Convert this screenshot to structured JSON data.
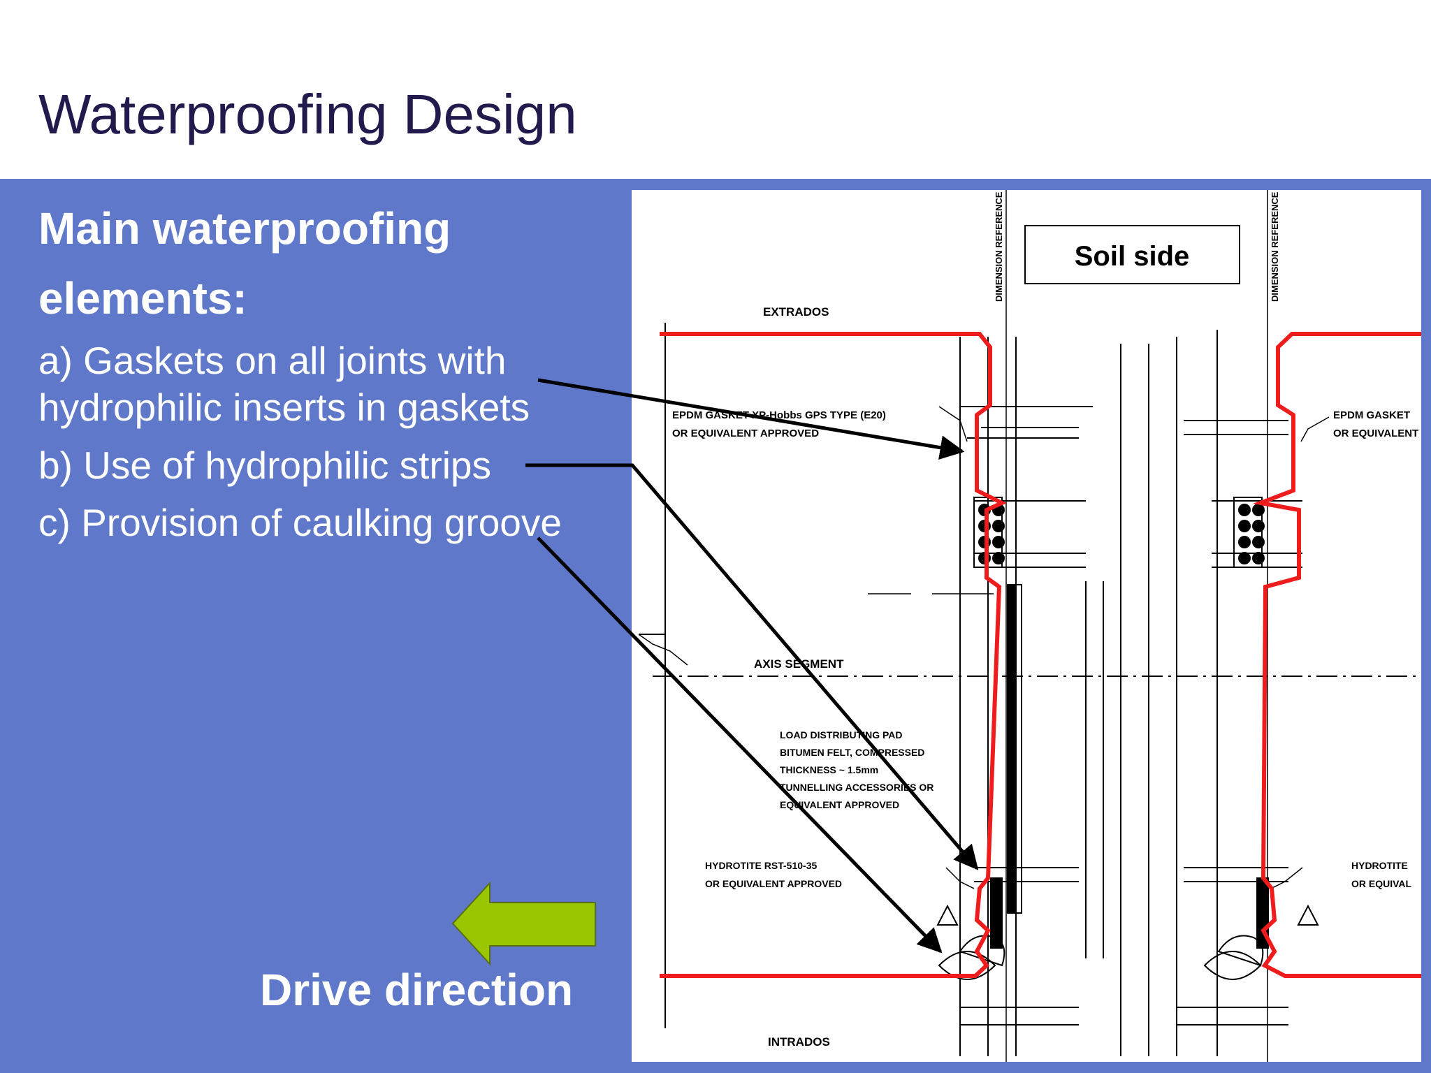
{
  "slide": {
    "title": "Waterproofing Design",
    "heading_line1": "Main waterproofing",
    "heading_line2": "elements:",
    "items": [
      {
        "line1": "a)  Gaskets on all joints with",
        "line2": "hydrophilic inserts in gaskets"
      },
      {
        "line1": "b)  Use of hydrophilic strips"
      },
      {
        "line1": "c)  Provision of caulking groove"
      }
    ],
    "drive_direction": "Drive direction",
    "colors": {
      "panel": "#5f78c9",
      "title": "#221a4c",
      "arrow": "#99c600",
      "membrane": "#ee1c1c"
    }
  },
  "drawing": {
    "soil_side": "Soil side",
    "extrados": "EXTRADOS",
    "intrados": "INTRADOS",
    "axis_segment": "AXIS SEGMENT",
    "reference_plane_left": "DIMENSION REFERENCE PLANE",
    "reference_plane_right": "DIMENSION REFERENCE PLANE",
    "gasket_left_1": "EPDM GASKET XP-Hobbs GPS TYPE (E20)",
    "gasket_left_2": "OR EQUIVALENT APPROVED",
    "gasket_right_1": "EPDM GASKET",
    "gasket_right_2": "OR EQUIVALENT",
    "pad_1": "LOAD DISTRIBUTING PAD",
    "pad_2": "BITUMEN FELT, COMPRESSED",
    "pad_3": "THICKNESS ~ 1.5mm",
    "pad_4": "TUNNELLING ACCESSORIES OR",
    "pad_5": "EQUIVALENT APPROVED",
    "hydro_left_1": "HYDROTITE RST-510-35",
    "hydro_left_2": "OR EQUIVALENT APPROVED",
    "hydro_right_1": "HYDROTITE",
    "hydro_right_2": "OR EQUIVAL"
  }
}
